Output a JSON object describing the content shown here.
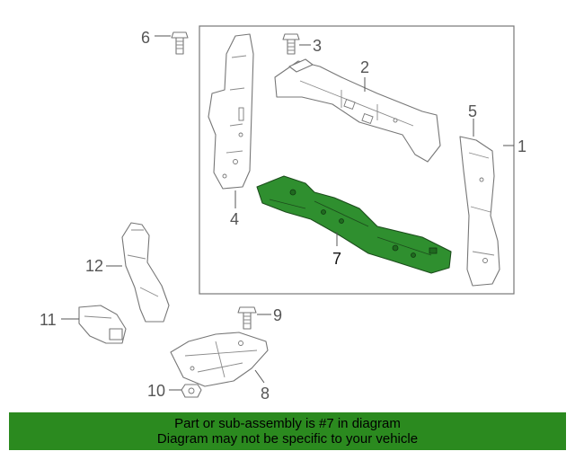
{
  "callouts": {
    "c1": "1",
    "c2": "2",
    "c3": "3",
    "c4": "4",
    "c5": "5",
    "c6": "6",
    "c7": "7",
    "c8": "8",
    "c9": "9",
    "c10": "10",
    "c11": "11",
    "c12": "12"
  },
  "banner": {
    "line1": "Part or sub-assembly is #7 in diagram",
    "line2": "Diagram may not be specific to your vehicle"
  },
  "colors": {
    "highlight_part": "#2f8f2f",
    "banner_background": "#2b8a1f"
  }
}
